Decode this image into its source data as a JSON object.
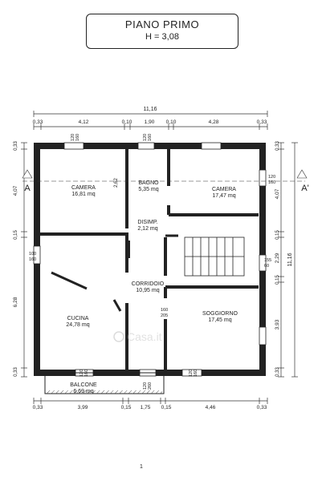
{
  "title": {
    "main": "PIANO PRIMO",
    "height": "H = 3,08"
  },
  "dimensions": {
    "top_total": "11,16",
    "top": [
      "0,33",
      "4,12",
      "0,10",
      "1,90",
      "0,10",
      "4,28",
      "0,33"
    ],
    "bottom": [
      "0,33",
      "3,99",
      "0,15",
      "1,75",
      "0,15",
      "4,46",
      "0,33"
    ],
    "left": [
      "0,33",
      "4,07",
      "0,15",
      "6,28",
      "0,33"
    ],
    "right": [
      "0,33",
      "4,07",
      "0,15",
      "2,29",
      "0,15",
      "3,93",
      "0,33"
    ],
    "right_total": "11,16"
  },
  "section": {
    "left": "A",
    "right": "A'"
  },
  "rooms": [
    {
      "name": "CAMERA",
      "area": "16,81 mq"
    },
    {
      "name": "BAGNO",
      "area": "5,35 mq"
    },
    {
      "name": "CAMERA",
      "area": "17,47 mq"
    },
    {
      "name": "DISIMP.",
      "area": "2,12 mq"
    },
    {
      "name": "CORRIDOIO",
      "area": "10,95 mq"
    },
    {
      "name": "CUCINA",
      "area": "24,78 mq"
    },
    {
      "name": "SOGGIORNO",
      "area": "17,45 mq"
    },
    {
      "name": "BALCONE",
      "area": "6,69 mq"
    }
  ],
  "openings": [
    {
      "w": "120",
      "h": "160"
    },
    {
      "w": "120",
      "h": "160"
    },
    {
      "w": "120",
      "h": "160"
    },
    {
      "w": "100",
      "h": "160"
    },
    {
      "w": "155",
      "h": "60"
    },
    {
      "w": "120",
      "h": "160"
    },
    {
      "w": "120",
      "h": "260"
    },
    {
      "w": "120",
      "h": "160"
    },
    {
      "w": "160",
      "h": "205"
    }
  ],
  "door_label": "2,62",
  "watermark": "Casa.it",
  "page_mark": "1"
}
